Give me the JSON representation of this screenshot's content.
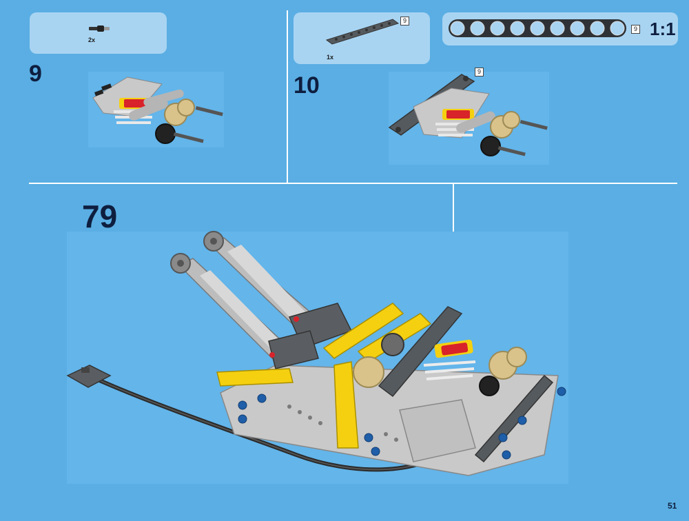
{
  "step_9": {
    "number": "9",
    "parts_callout": {
      "quantity": "2x",
      "part_icon": "pin-axle-icon"
    }
  },
  "step_10": {
    "number": "10",
    "parts_callout": {
      "quantity": "1x",
      "beam_length": "9",
      "part_icon": "liftarm-beam-icon"
    },
    "assembly_length_tag": "9"
  },
  "scale_callout": {
    "holes": 9,
    "length_tag": "9",
    "label": "1:1"
  },
  "step_79": {
    "number": "79"
  },
  "page_number": "51",
  "colors": {
    "background": "#5aaee3",
    "callout": "#a8d4f2",
    "step_number": "#0e1e3f",
    "divider": "#ffffff",
    "beam_dark_gray": "#555a5e",
    "technic_yellow": "#f5d010",
    "technic_red": "#d8232a",
    "light_gray": "#c9c9c9",
    "tan": "#d9c38a",
    "blue_pin": "#1f5ea8"
  }
}
